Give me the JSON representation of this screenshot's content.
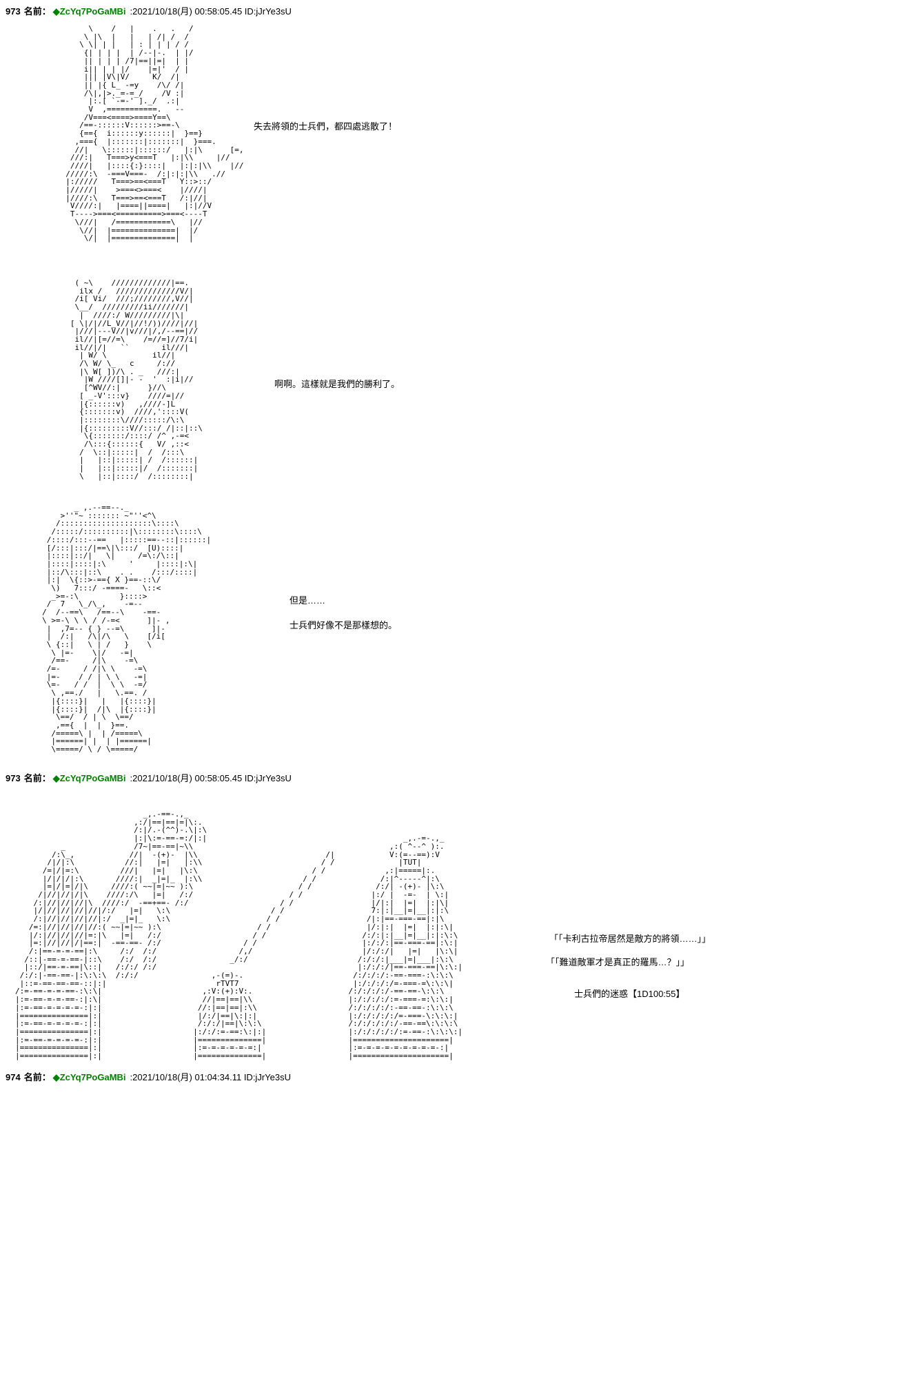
{
  "page": {
    "background": "#ffffff",
    "text_color": "#000000",
    "tripcode_color": "#008000"
  },
  "posts": [
    {
      "number": "973",
      "name_label": "名前：",
      "tripcode": "◆ZcYq7PoGaMBi",
      "meta": ":2021/10/18(月) 00:58:05.45 ID:jJrYe3sU"
    },
    {
      "number": "973",
      "name_label": "名前：",
      "tripcode": "◆ZcYq7PoGaMBi",
      "meta": ":2021/10/18(月) 00:58:05.45 ID:jJrYe3sU"
    },
    {
      "number": "974",
      "name_label": "名前：",
      "tripcode": "◆ZcYq7PoGaMBi",
      "meta": ":2021/10/18(月) 01:04:34.11 ID:jJrYe3sU"
    }
  ],
  "dialogues": [
    "失去將領的士兵們，都四處逃散了！",
    "啊啊。這樣就是我們的勝利了。",
    "但是……",
    "士兵們好像不是那樣想的。",
    "「「卡利古拉帝居然是敵方的將領……」」",
    "「「難道敵軍才是真正的羅馬…？」」",
    "士兵們的迷惑【1D100:55】"
  ],
  "aa": {
    "art1": [
      "       \\    /   |    .   .   /",
      "      \\ |\\  |   |   | /| /  /",
      "     \\ \\| | |   | : | | | / /",
      "      {| | | |  | /--|-.  | |/",
      "      || | | | /7|==||=|  | |",
      "      i|| | | |/    |=|'  / |",
      "      ||| |V\\|V/     K/  /|",
      "      || |{ L_ -=y    /\\/ /|",
      "      /\\|,|>._=-=_/    /V :|",
      "       |:.[ `-=-' ]._/  .:|",
      "       V  ,===========.   --",
      "      /V===<====>====Y==\\",
      "     /==-::::::V::::::>==-\\",
      "     {=={  i::::::y::::::|  }==}",
      "    ,==={  |:::::::|:::::::|  }===.",
      "    //|   \\::::::|::::::/   |:|\\      [=,",
      "   ///:|   T===>y<===T   |:|\\\\     |//",
      "   ////|   |::::{:}::::|   |:|:|\\\\    |//",
      "  /////:\\  -===V===-  /:|:|:|\\\\   .//",
      "  |://///   T===>==<===T   Y::>::/",
      "  |/////|    >===<>===<    |////|",
      "  |////:\\   T===>==<===T   /:|//|",
      "   V////:|   |====||====|   |:|//V",
      "   T---->===<==========>===<----T",
      "    \\///|   /============\\   |//",
      "     \\//|  |==============|  |/",
      "      \\/|  |==============|  |"
    ],
    "art2": [
      "    ( ~\\    /////////////|==.",
      "     ilx /   //////////////V/|",
      "    /i[ Vi/  ///;////////,V//|",
      "    \\__/  /////////ii///////|",
      "     |  ////:/ W/////////|\\|",
      "   [ \\|/|//L_V//|//!/))////|//|",
      "    |///|---V//|v///|/,/--==|//",
      "    il//|[=//=\\    /=//=]//7/i|",
      "    il//|/|   ``       il///|",
      "     | W/ \\          il//|",
      "     /\\ W/ \\_   c     /://",
      "     |\\ W[ ])/\\ . _   ///:|",
      "      |W ////[]|- -  '  :|i|//",
      "      [^WV//:|      }//\\",
      "     [ _-V':::v}    ////=|//",
      "     |{::::::v)   ,////-]L",
      "     {:::::::v)  ////,'::::V(",
      "     |::::::::\\////:::::/\\:\\",
      "     |{:::::::::V//:::/ /|::|::\\",
      "      \\{:::::::/::::/ /^ ,-=<",
      "      /\\:::{::::::{   V/ ,::<",
      "     /  \\::|:::::|  /  /:::\\",
      "     |   |::|:::::| /  /::::::|",
      "     |   |::|:::::|/  /:::::::|",
      "     \\   |::|::::/  /::::::::|"
    ],
    "art3": [
      "            _ ,.--==--._",
      "         >''\"~ ::::::: ~\"''<^\\",
      "        /::::::::::::::::::::\\::::\\",
      "       /:::::/::::::::::|\\::::::::\\::::\\",
      "      /::::/:::--==   |:::::==--::|::::::|",
      "      [/:::|:::/|==\\|\\:::/  [U)::::|",
      "      |::::|::/|   \\|     /=\\:/\\::|",
      "      |::::|::::|:\\     '     |::::|:\\|",
      "      |::/\\:::|::\\    . .    /:::/::::|",
      "      |:|  \\{::>-=={ X }==-::\\/",
      "       \\)   7:::/ -====-   \\::<",
      "       _>=-:\\         }::::>",
      "      /  7   \\_/\\_,    -=--",
      "     /  /--==\\   /==--\\    -==-",
      "     \\ >=-\\ \\ \\ / /-=<      ]|- ,",
      "      |  ,7=-- { } --=\\      ]|-",
      "      |  /:|   /\\|/\\   \\    [/i[",
      "      \\ {::|   \\ | /   }    \\",
      "       \\ |=-    \\|/   -=|",
      "       /==-     /|\\    -=\\",
      "      /=-     / /|\\ \\    -=\\",
      "      |=-    / / | \\ \\   -=|",
      "      \\=-   / /  |  \\ \\  -=/",
      "       \\ ,==./   |   \\.==. /",
      "       |{::::}|   |   |{::::}|",
      "       |{::::}|  /|\\  |{::::}|",
      "        \\==/  / | \\  \\==/",
      "        ,=={  |  |  }==.",
      "       /=====\\ |  | /=====\\",
      "       |======| |  | |======|",
      "       \\=====/ \\ / \\=====/"
    ],
    "art4": [
      "                            _,.-==-.,_",
      "                          ,:/|==|==|=|\\:.",
      "                          /:|/.-(^^)-.\\|:\\",
      "                          |:|\\:=-==-=:/|:|                                           _,.-=-.,_",
      "          _               /7~|==-==|~\\\\                                           ,:( ^--^ ):.",
      "        /:\\_,            //|  -(+)-  |\\\\                            /|            V:(=--==):V",
      "       /|/|:\\           //:|   |=|   |:\\\\                          / /              |TUT|",
      "      /=|/|=:\\         ///|   |=|   |\\:\\                         / /             ,:|=====|:.",
      "      |/|/|/|:\\       ////:|  _|=|_  |:\\\\                      / /              /:|^-----^|:\\",
      "      |=|/|=|/|\\     ////:( ~~|=|~~ ):\\                       / /              /:/| -(+)- |\\:\\",
      "     /|//|//|/|\\    ////:/\\   |=|   /:/                     / /               |:/ |  -=-  | \\:|",
      "    /:|//|//|//|\\  ////:/  -==+==- /:/                    / /                 |/|:|  |=|  |:|\\|",
      "    |/|//|//|//|//|/:/   |=|   \\:\\                      / /                   7:|:|__|=|__|:|:\\",
      "    /:|//|//|//|//|:/  _|=|_   \\:\\                     / /                   /|:|==-===-==|:|\\",
      "   /=:|//|//|//|//:( ~~|=|~~ ):\\                     / /                     |/:|:|  |=|  |:|:\\|",
      "   |/:|//|//|//|=:|\\   |=|   /:/                    / /                     /:/:|:|__|=|__|:|:\\:\\",
      "   |=:|//|//|/|==:|  -==-==- /:/                  / /                       |:/:/:|==-===-==|:\\:|",
      "   /:|==-=-=-==|:\\     /:/  /:/                  /,/                        |/:/:/|   |=|   |\\:\\|",
      "  /::|-==-=-==-|::\\    /:/  /:/                _/:/                        /:/:/:|___|=|___|:\\:\\",
      "  |::/|==-=-==|\\::|   /:/:/ /:/                                            |:/:/:/|==-===-==|\\:\\:|",
      " /:/:|-==-==-|:\\:\\:\\  /:/:/                ,-(=)-.                        /:/:/:/:-==-===-:\\:\\:\\",
      " |::=-==-==-==-::|:|                        rTVT7                         |:/:/:/:/=-===-=\\:\\:\\|",
      "/:=-==-=-=-==-:\\:\\|                      ,:V:(+):V:.                     /:/:/:/:/-==-==-\\:\\:\\",
      "|:=-==-=-=-==-:|:\\|                      //|==|==|\\\\                     |:/:/:/:/:=-===-=:\\:\\:|",
      "|:=-==-=-=-=-=-:|:|                     //:|==|==|:\\\\                    /:/:/:/:/:-==-==-:\\:\\:\\",
      "|===============|:|                     |/:/|==|\\:|:|                    |:/:/:/:/:/=-===-\\:\\:\\:|",
      "|:=-==-=-=-=-=-:|:|                     /:/:/|==|\\:\\:\\                   /:/:/:/:/:/-==-==\\:\\:\\:\\",
      "|===============|:|                    |:/:/:=-==:\\:|:|                  |:/:/:/:/:/:=-==-:\\:\\:\\:|",
      "|:=-==-=-=-=-=-:|:|                    |==============|                  |=====================|",
      "|===============|:|                    |:=-=-=-=-=-=:|                   |:=-=-=-=-=-=-=-=-=-:|",
      "|===============|:|                    |==============|                  |=====================|"
    ]
  }
}
